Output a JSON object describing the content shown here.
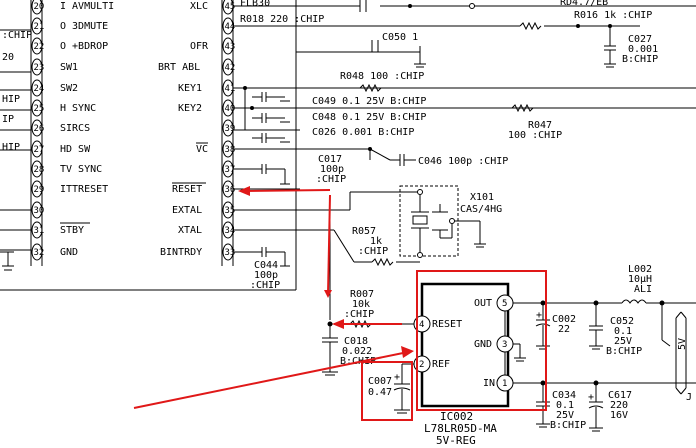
{
  "left_pins": [
    {
      "num": "20",
      "label": "I AVMULTI"
    },
    {
      "num": "21",
      "label": "O 3DMUTE"
    },
    {
      "num": "22",
      "label": "O +BDROP"
    },
    {
      "num": "23",
      "label": "SW1"
    },
    {
      "num": "24",
      "label": "SW2"
    },
    {
      "num": "25",
      "label": "H SYNC"
    },
    {
      "num": "26",
      "label": "SIRCS"
    },
    {
      "num": "27",
      "label": "HD SW"
    },
    {
      "num": "28",
      "label": "TV SYNC"
    },
    {
      "num": "29",
      "label": "ITTRESET"
    },
    {
      "num": "30",
      "label": ""
    },
    {
      "num": "31",
      "label": "STBY"
    },
    {
      "num": "32",
      "label": "GND"
    }
  ],
  "right_pins": [
    {
      "num": "45",
      "label": "XLC"
    },
    {
      "num": "44",
      "label": ""
    },
    {
      "num": "43",
      "label": "OFR"
    },
    {
      "num": "42",
      "label": "BRT ABL"
    },
    {
      "num": "41",
      "label": "KEY1"
    },
    {
      "num": "40",
      "label": "KEY2"
    },
    {
      "num": "39",
      "label": ""
    },
    {
      "num": "38",
      "label": ""
    },
    {
      "num": "37",
      "label": "VC"
    },
    {
      "num": "36",
      "label": "RESET"
    },
    {
      "num": "35",
      "label": "EXTAL"
    },
    {
      "num": "34",
      "label": "XTAL"
    },
    {
      "num": "33",
      "label": "BINTRDY"
    }
  ],
  "edge_texts": {
    "chip1": ":CHIP",
    "e20": "20",
    "hip1": "HIP",
    "ip1": "IP",
    "hip2": "HIP",
    "top_left": "FLB30",
    "top_right": "RD4.7/EB"
  },
  "components": {
    "r018": "R018 220 :CHIP",
    "r016": "R016 1k :CHIP",
    "c027": [
      "C027",
      "0.001",
      "B:CHIP"
    ],
    "c050": "C050 1",
    "r048": "R048 100 :CHIP",
    "c049": "C049 0.1 25V B:CHIP",
    "c048": "C048 0.1 25V B:CHIP",
    "c026": "C026 0.001 B:CHIP",
    "r047": [
      "R047",
      "100 :CHIP"
    ],
    "c046": "C046 100p :CHIP",
    "c017": [
      "C017",
      "100p",
      ":CHIP"
    ],
    "x101": [
      "X101",
      "CAS/4HG"
    ],
    "r057": [
      "R057",
      "1k",
      ":CHIP"
    ],
    "c044": [
      "C044",
      "100p",
      ":CHIP"
    ],
    "r007": [
      "R007",
      "10k",
      ":CHIP"
    ],
    "c018": [
      "C018",
      "0.022",
      "B:CHIP"
    ],
    "c007": [
      "C007",
      "0.47"
    ],
    "l002": [
      "L002",
      "10μH",
      "ALI"
    ],
    "c002": [
      "C002",
      "22"
    ],
    "c052": [
      "C052",
      "0.1",
      "25V",
      "B:CHIP"
    ],
    "c034": [
      "C034",
      "0.1",
      "25V",
      "B:CHIP"
    ],
    "c617": [
      "C617",
      "220",
      "16V"
    ],
    "v5": "5V",
    "j": "J"
  },
  "ic002": {
    "pins": {
      "out": "OUT",
      "gnd": "GND",
      "in": "IN",
      "reset": "RESET",
      "ref": "REF"
    },
    "pin_nums": {
      "out": "5",
      "gnd": "3",
      "in": "1",
      "reset": "4",
      "ref": "2"
    },
    "ref": "IC002",
    "part": "L78LR05D-MA",
    "desc": "5V-REG"
  },
  "colors": {
    "highlight": "#e01818",
    "ink": "#000000"
  }
}
